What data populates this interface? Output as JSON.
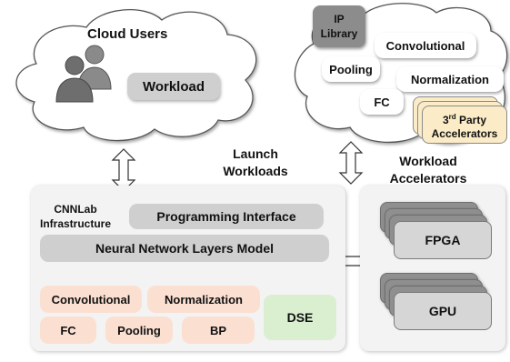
{
  "colors": {
    "panel": "#f3f3f3",
    "gray_box": "#cfcfcf",
    "peach_box": "#fbe0d2",
    "dse_box": "#d9efd0",
    "arrow_blue": "#4a7fbf",
    "party_box": "#fbecc7",
    "ip_library": "#8c8c8c"
  },
  "cloud_users": {
    "title": "Cloud Users",
    "workload": "Workload",
    "icon": "users-icon"
  },
  "ip_cloud": {
    "ip_library": "IP\nLibrary",
    "convolutional": "Convolutional",
    "pooling": "Pooling",
    "normalization": "Normalization",
    "fc": "FC",
    "third_party_sup": "rd",
    "third_party_num": "3",
    "third_party_rest": " Party",
    "third_party_line2": "Accelerators"
  },
  "labels": {
    "launch_workloads": "Launch\nWorkloads",
    "workload_accelerators": "Workload\nAccelerators"
  },
  "infrastructure": {
    "title": "CNNLab\nInfrastructure",
    "programming_interface": "Programming Interface",
    "nn_layers_model": "Neural Network Layers Model",
    "convolutional": "Convolutional",
    "normalization": "Normalization",
    "fc": "FC",
    "pooling": "Pooling",
    "bp": "BP",
    "dse": "DSE"
  },
  "accelerators": {
    "fpga": "FPGA",
    "gpu": "GPU"
  }
}
